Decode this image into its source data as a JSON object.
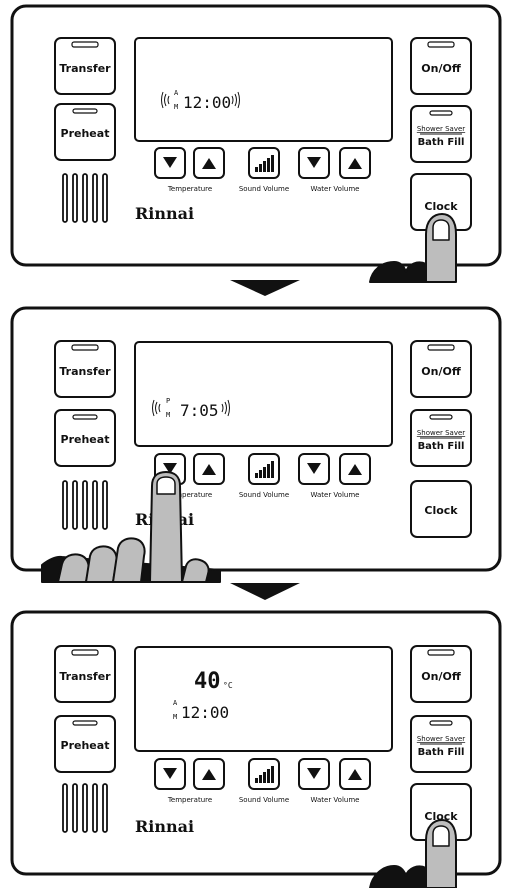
{
  "panels": [
    {
      "buttons": {
        "transfer": "Transfer",
        "preheat": "Preheat",
        "onoff": "On/Off",
        "shower_saver": "Shower Saver",
        "bath_fill": "Bath Fill",
        "clock": "Clock"
      },
      "labels": {
        "temperature": "Temperature",
        "sound_volume": "Sound Volume",
        "water_volume": "Water Volume"
      },
      "brand": "Rinnai",
      "display": {
        "ampm_top": "A",
        "ampm_bottom": "M",
        "time": "12:00"
      }
    },
    {
      "buttons": {
        "transfer": "Transfer",
        "preheat": "Preheat",
        "onoff": "On/Off",
        "shower_saver": "Shower Saver",
        "bath_fill": "Bath Fill",
        "clock": "Clock"
      },
      "labels": {
        "temperature": "Temperature",
        "sound_volume": "Sound Volume",
        "water_volume": "Water Volume"
      },
      "brand": "Rinnai",
      "display": {
        "ampm_top": "P",
        "ampm_bottom": "M",
        "time": "7:05"
      }
    },
    {
      "buttons": {
        "transfer": "Transfer",
        "preheat": "Preheat",
        "onoff": "On/Off",
        "shower_saver": "Shower Saver",
        "bath_fill": "Bath Fill",
        "clock": "Clock"
      },
      "labels": {
        "temperature": "Temperature",
        "sound_volume": "Sound Volume",
        "water_volume": "Water Volume"
      },
      "brand": "Rinnai",
      "display": {
        "temperature_value": "40",
        "temperature_unit": "°C",
        "ampm_top": "A",
        "ampm_bottom": "M",
        "time": "12:00"
      }
    }
  ]
}
